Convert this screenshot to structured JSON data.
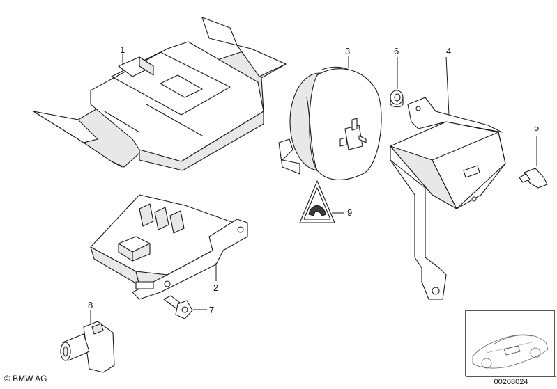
{
  "callouts": {
    "c1": "1",
    "c2": "2",
    "c3": "3",
    "c4": "4",
    "c5": "5",
    "c6": "6",
    "c7": "7",
    "c8": "8",
    "c9": "9"
  },
  "footer": {
    "copyright": "© BMW AG",
    "diagram_id": "00208024"
  },
  "colors": {
    "line": "#1a1a1a",
    "background": "#ffffff"
  }
}
